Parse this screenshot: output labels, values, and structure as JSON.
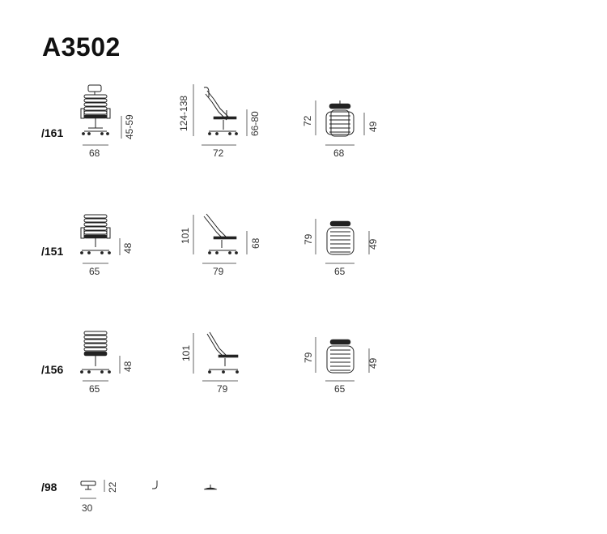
{
  "title": "A3502",
  "rows": [
    {
      "variant": "/161",
      "front": {
        "height": "45-59",
        "width": "68"
      },
      "side": {
        "total_height": "124-138",
        "arm_height": "66-80",
        "depth": "72"
      },
      "top": {
        "height": "72",
        "seat": "49",
        "width": "68"
      }
    },
    {
      "variant": "/151",
      "front": {
        "height": "48",
        "width": "65"
      },
      "side": {
        "total_height": "101",
        "arm_height": "68",
        "depth": "79"
      },
      "top": {
        "height": "79",
        "seat": "49",
        "width": "65"
      }
    },
    {
      "variant": "/156",
      "front": {
        "height": "48",
        "width": "65"
      },
      "side": {
        "total_height": "101",
        "depth": "79"
      },
      "top": {
        "height": "79",
        "seat": "49",
        "width": "65"
      }
    }
  ],
  "accessory": {
    "variant": "/98",
    "height": "22",
    "width": "30"
  },
  "icons": [
    "chair-front-headrest-icon",
    "chair-side-headrest-icon",
    "chair-top-icon",
    "chair-front-arms-icon",
    "chair-side-arms-icon",
    "chair-front-icon",
    "chair-side-icon",
    "footrest-front-icon",
    "hook-icon",
    "footrest-base-icon"
  ]
}
